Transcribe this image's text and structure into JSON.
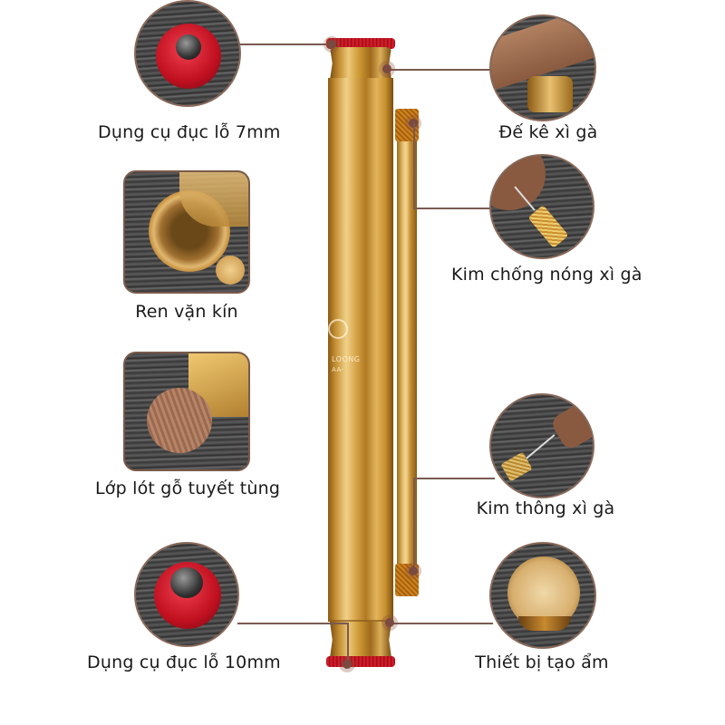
{
  "product": {
    "type": "cigar tube",
    "finish_color": "#d4a24a",
    "cap_color": "#d01a28",
    "logo_text": "LOONG",
    "logo_subtext": "AA-"
  },
  "callouts": {
    "left": [
      {
        "label": "Dụng cụ đục lỗ 7mm",
        "image": "red-7mm-punch-cap",
        "shape": "circle"
      },
      {
        "label": "Ren vặn kín",
        "image": "threaded-tube-end",
        "shape": "rounded-square"
      },
      {
        "label": "Lớp lót gỗ tuyết tùng",
        "image": "cedar-wood-lining",
        "shape": "rounded-square"
      },
      {
        "label": "Dụng cụ đục lỗ 10mm",
        "image": "red-10mm-punch-cap",
        "shape": "circle"
      }
    ],
    "right": [
      {
        "label": "Đế kê xì gà",
        "image": "cigar-rest-stand",
        "shape": "circle"
      },
      {
        "label": "Kim chống nóng xì gà",
        "image": "anti-heat-cigar-needle",
        "shape": "circle"
      },
      {
        "label": "Kim thông xì gà",
        "image": "cigar-draw-poker",
        "shape": "circle"
      },
      {
        "label": "Thiết bị tạo ẩm",
        "image": "humidifier-cap",
        "shape": "circle"
      }
    ]
  },
  "colors": {
    "connector_line": "#7a5a50",
    "connector_dot": "#7a4a40",
    "label_text": "#1a1a1a",
    "background": "#ffffff"
  }
}
